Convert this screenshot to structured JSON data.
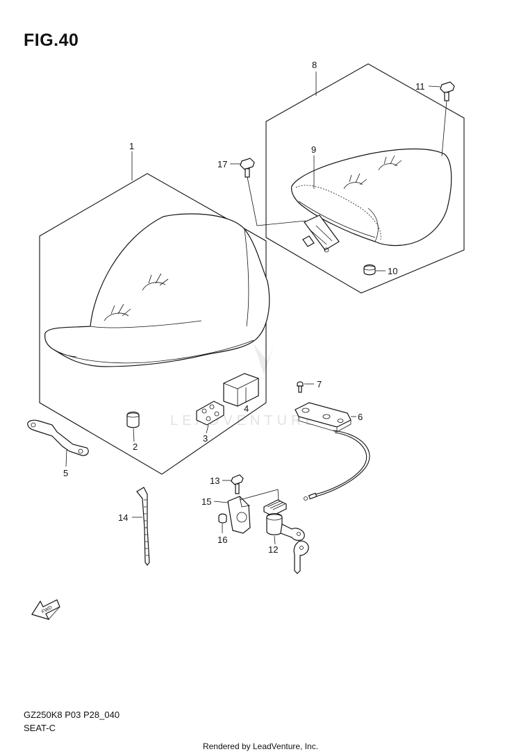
{
  "figure": {
    "title": "FIG.40"
  },
  "footer": {
    "code": "GZ250K8 P03 P28_040",
    "title": "SEAT-C",
    "rendered_by": "Rendered by LeadVenture, Inc."
  },
  "watermark": {
    "text": "LEADVENTURE"
  },
  "fwd_label": "FWD",
  "callouts": {
    "c1": "1",
    "c2": "2",
    "c3": "3",
    "c4": "4",
    "c5": "5",
    "c6": "6",
    "c7": "7",
    "c8": "8",
    "c9": "9",
    "c10": "10",
    "c11": "11",
    "c12": "12",
    "c13": "13",
    "c14": "14",
    "c15": "15",
    "c16": "16",
    "c17": "17"
  }
}
